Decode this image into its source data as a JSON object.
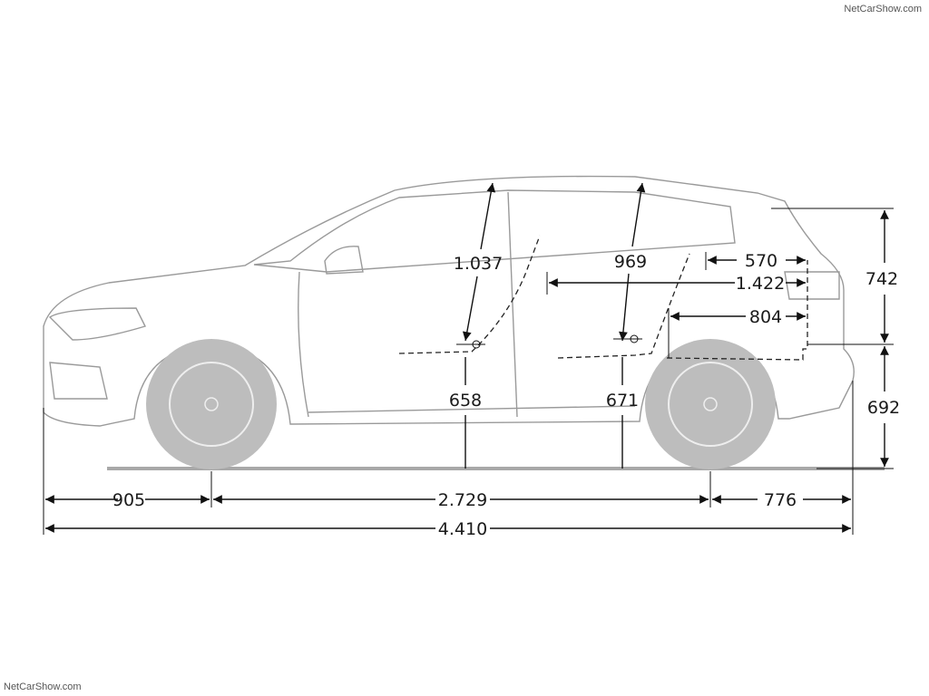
{
  "watermark_top": "NetCarShow.com",
  "watermark_bottom": "NetCarShow.com",
  "dimensions": {
    "front_overhang": "905",
    "wheelbase": "2.729",
    "rear_overhang": "776",
    "overall_length": "4.410",
    "upper_height": "742",
    "lower_height": "692",
    "front_headroom": "1.037",
    "rear_headroom": "969",
    "front_seat_height": "658",
    "rear_seat_height": "671",
    "rear_cargo_top": "570",
    "cargo_length_folded": "1.422",
    "cargo_length_floor": "804"
  },
  "colors": {
    "wheel": "#bdbdbd",
    "ground": "#a8a8a8",
    "outline": "#9a9a9a",
    "dimension": "#111111"
  }
}
